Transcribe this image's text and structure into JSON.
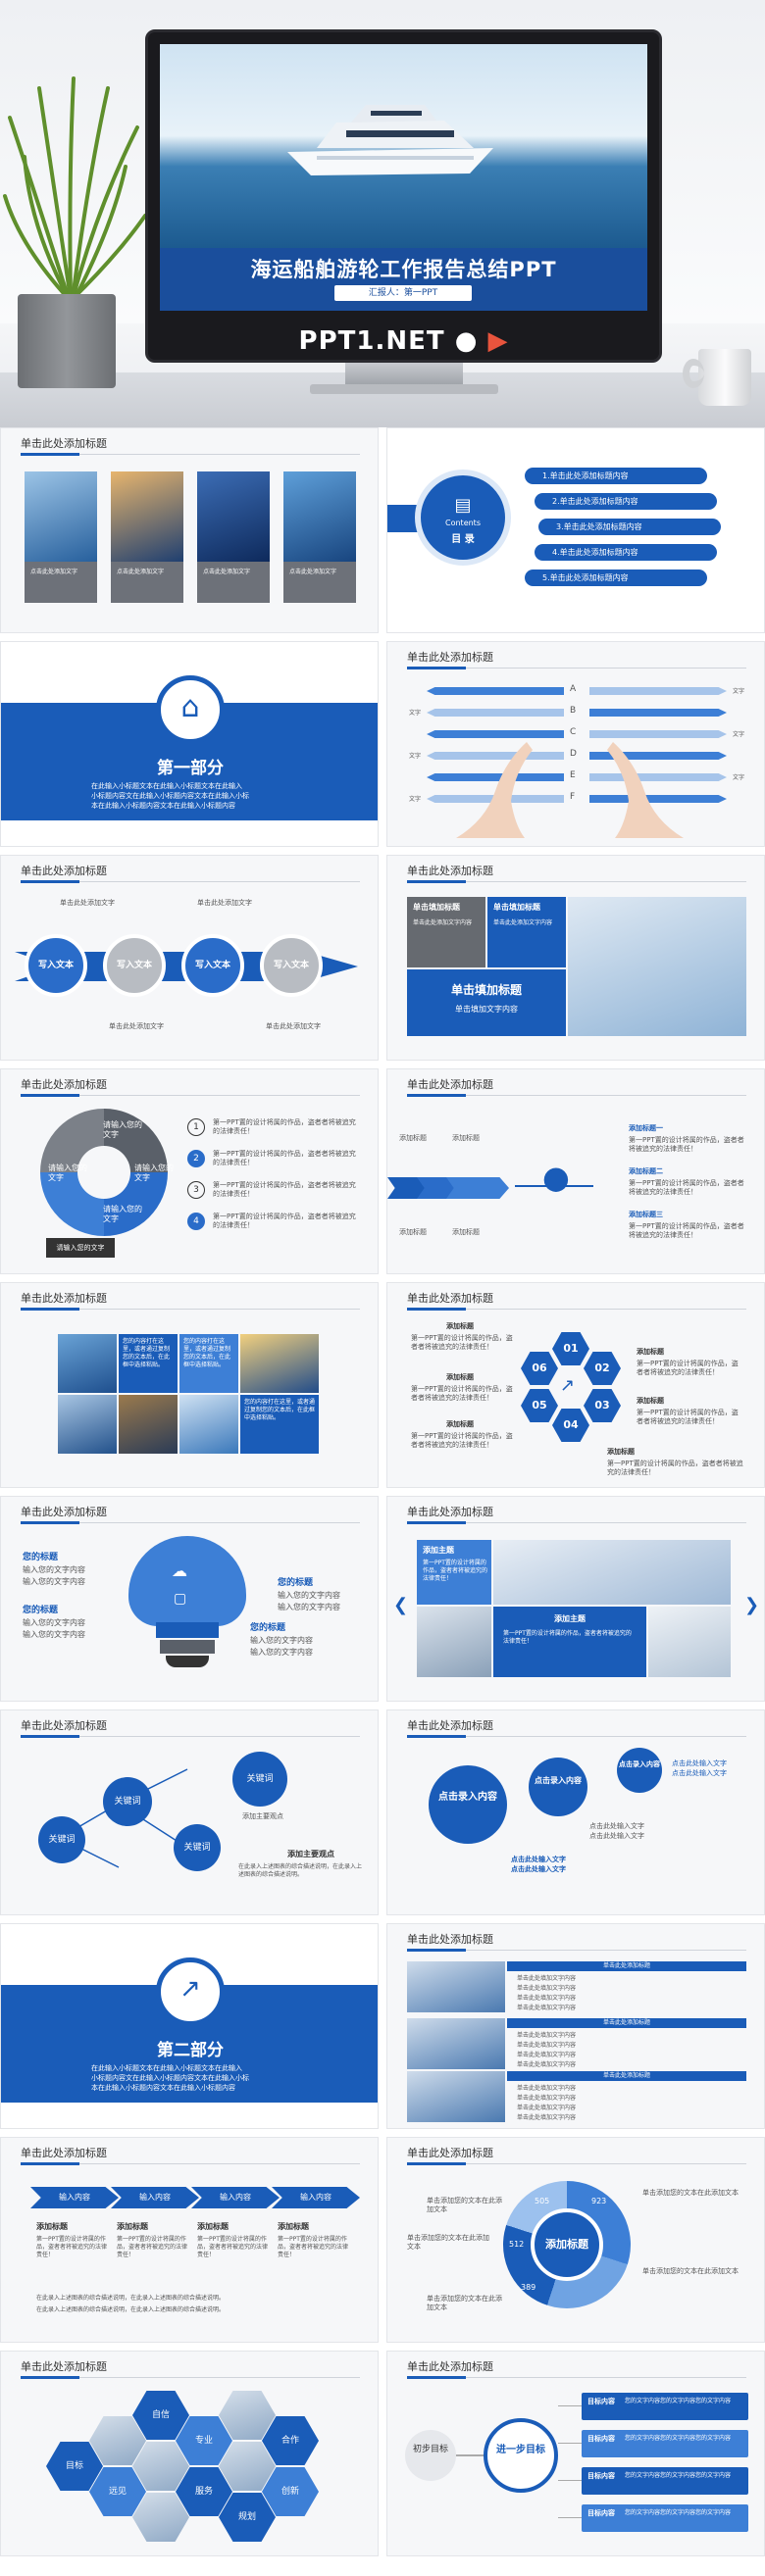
{
  "hero": {
    "screen_title": "海运船舶游轮工作报告总结PPT",
    "screen_sub": "汇报人：第一PPT",
    "brand": "PPT1.NET"
  },
  "slide_heading": "单击此处添加标题",
  "s1": {
    "captions": [
      "点击此处添加文字",
      "点击此处添加文字",
      "点击此处添加文字",
      "点击此处添加文字"
    ]
  },
  "toc": {
    "label_en": "Contents",
    "label_cn": "目 录",
    "items": [
      "1.单击此处添加标题内容",
      "2.单击此处添加标题内容",
      "3.单击此处添加标题内容",
      "4.单击此处添加标题内容",
      "5.单击此处添加标题内容"
    ]
  },
  "part1": {
    "title": "第一部分",
    "lines": [
      "在此输入小标题文本在此输入小标题文本在此输入",
      "小标题内容文在此输入小标题内容文本在此输入小标",
      "本在此输入小标题内容文本在此输入小标题内容"
    ]
  },
  "bars": {
    "letters": [
      "A",
      "B",
      "C",
      "D",
      "E",
      "F"
    ],
    "label": "文字"
  },
  "flow4": {
    "steps": [
      "写入文本",
      "写入文本",
      "写入文本",
      "写入文本"
    ],
    "note": "单击此处添加文字"
  },
  "photo_slide": {
    "block1_title": "单击填加标题",
    "block2_title": "单击填加标题",
    "big_title": "单击填加标题",
    "big_sub": "单击填加文字内容",
    "line": "单击此处添加文字内容"
  },
  "spiral": {
    "labels": [
      "请输入您的文字",
      "请输入您的文字",
      "请输入您的文字",
      "请输入您的文字"
    ],
    "bottom": "请输入您的文字",
    "nums": [
      "1",
      "2",
      "3",
      "4"
    ],
    "item": "第一PPT置的设计将属的作品，盗者者将被追究的法律责任！"
  },
  "runner": {
    "label": "添加标题",
    "item_titles": [
      "添加标题一",
      "添加标题二",
      "添加标题三"
    ],
    "item_text": "第一PPT置的设计将属的作品，盗者者将被追究的法律责任！"
  },
  "photo_grid": {
    "text": "您的内容打在这里，或者通过复制您的文本后，在此框中选择粘贴。"
  },
  "hexflow": {
    "nums": [
      "01",
      "02",
      "03",
      "04",
      "05",
      "06"
    ],
    "label": "添加标题",
    "text": "第一PPT置的设计将属的作品，盗者者将被追究的法律责任！"
  },
  "bulb": {
    "title": "您的标题",
    "line": "输入您的文字内容"
  },
  "carousel": {
    "tag1": "添加主题",
    "tag2": "添加主题",
    "text": "第一PPT置的设计将属的作品，盗者者将被追究的法律责任！"
  },
  "keywords": {
    "words": [
      "关键词",
      "关键词",
      "关键词",
      "关键词"
    ],
    "point": "添加主要观点",
    "text": "在此录入上述图表的综合描述说明，在此录入上述图表的综合描述说明。"
  },
  "bubbles": {
    "b1": "点击录入内容",
    "b2": "点击录入内容",
    "b3": "点击录入内容",
    "item": "点击此处输入文字"
  },
  "part2": {
    "title": "第二部分",
    "lines": [
      "在此输入小标题文本在此输入小标题文本在此输入",
      "小标题内容文在此输入小标题内容文本在此输入小标",
      "本在此输入小标题内容文本在此输入小标题内容"
    ]
  },
  "tablelist": {
    "head": "单击此处添加标题",
    "row": "单击此处填加文字内容"
  },
  "chevrons": {
    "steps": [
      "输入内容",
      "输入内容",
      "输入内容",
      "输入内容"
    ],
    "col_title": "添加标题",
    "col_text": "第一PPT置的设计将属的作品，盗者者将被追究的法律责任！",
    "footer": "在此录入上述图表的综合描述说明，在此录入上述图表的综合描述说明。"
  },
  "donut": {
    "center": "添加标题",
    "values": [
      "505",
      "923",
      "512",
      "389"
    ],
    "note": "单击添加您的文本在此添加文本"
  },
  "honeycomb": {
    "words": [
      "自信",
      "专业",
      "合作",
      "目标",
      "远见",
      "服务",
      "创新",
      "规划"
    ]
  },
  "goals": {
    "start": "初步目标",
    "next": "进一步目标",
    "tag": "目标内容",
    "text": "您的文字内容您的文字内容您的文字内容"
  }
}
